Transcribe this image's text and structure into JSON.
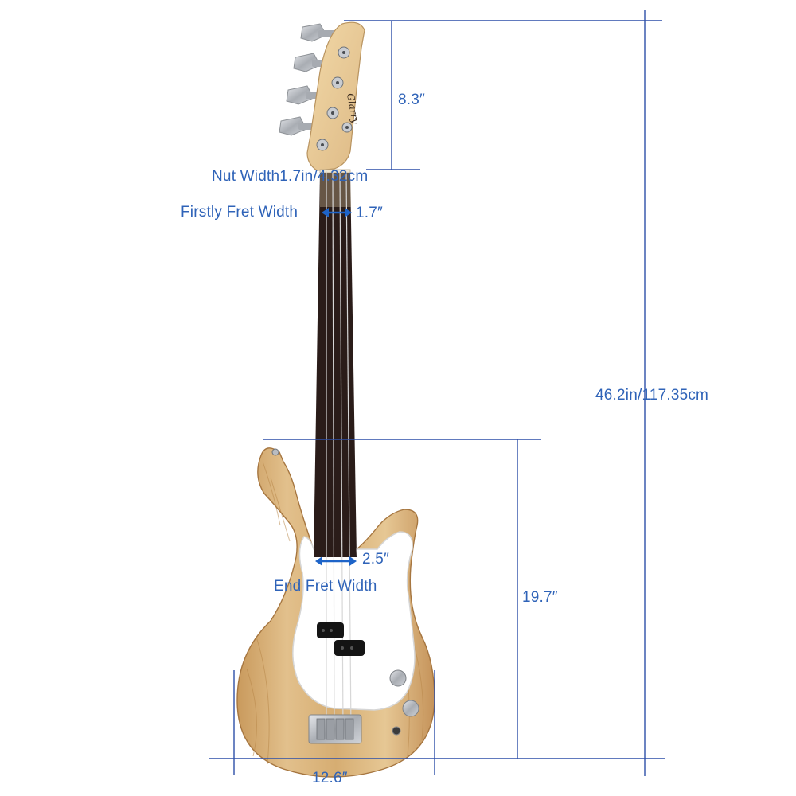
{
  "dimensions": {
    "headstock_length": "8.3″",
    "nut_width": "Nut Width1.7in/4.32cm",
    "first_fret_label": "Firstly Fret Width",
    "first_fret_value": "1.7″",
    "total_length": "46.2in/117.35cm",
    "end_fret_value": "2.5″",
    "end_fret_label": "End Fret Width",
    "body_length": "19.7″",
    "body_width": "12.6″"
  },
  "brand_logo_text": "Glarry",
  "colors": {
    "dimension_blue": "#2f63b8",
    "dimension_line": "#2d4fa8",
    "body_wood": "#d9b47c",
    "fretboard": "#2a1c19",
    "pickguard": "#ffffff",
    "hardware": "#b9bcc1"
  }
}
